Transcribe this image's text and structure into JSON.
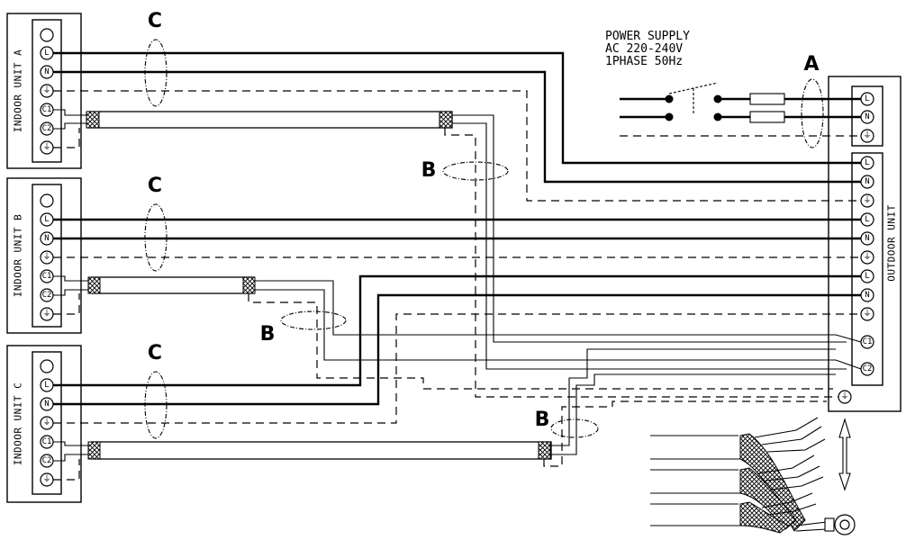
{
  "indoor_units": [
    {
      "label": "INDOOR UNIT A"
    },
    {
      "label": "INDOOR UNIT B"
    },
    {
      "label": "INDOOR UNIT C"
    }
  ],
  "outdoor_unit": {
    "label": "OUTDOOR UNIT"
  },
  "terminal_labels": {
    "L": "L",
    "N": "N",
    "C1": "C1",
    "C2": "C2",
    "ground": "⏚"
  },
  "power_supply": {
    "line1": "POWER SUPPLY",
    "line2": "AC 220-240V",
    "line3": "1PHASE 50Hz"
  },
  "cable_markers": {
    "A": "A",
    "B": "B",
    "C": "C"
  }
}
